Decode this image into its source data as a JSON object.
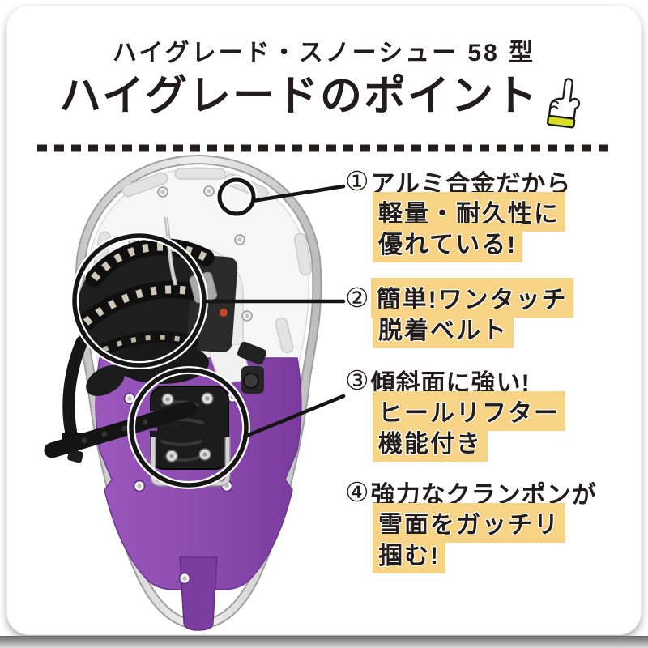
{
  "header": {
    "subtitle": "ハイグレード・スノーシュー 58 型",
    "title": "ハイグレードのポイント",
    "title_icon": "pointing-hand-up"
  },
  "points": [
    {
      "num": "①",
      "intro": "アルミ合金だから",
      "highlights": [
        "軽量・耐久性に",
        "優れている!"
      ]
    },
    {
      "num": "②",
      "intro": "",
      "highlights": [
        "簡単!ワンタッチ",
        "脱着ベルト"
      ]
    },
    {
      "num": "③",
      "intro": "傾斜面に強い!",
      "highlights": [
        "ヒールリフター",
        "機能付き"
      ]
    },
    {
      "num": "④",
      "intro": "強力なクランポンが",
      "highlights": [
        "雪面をガッチリ",
        "掴む!"
      ]
    }
  ],
  "figure": {
    "subject": "snowshoe-product-photo",
    "callout_circle_count": 3
  },
  "colors": {
    "text": "#221d1a",
    "highlight": "#f7d386",
    "deck_purple": "#8b4aad",
    "hand_cuff_yellow": "#d7df22",
    "callout_stroke": "#151515"
  }
}
